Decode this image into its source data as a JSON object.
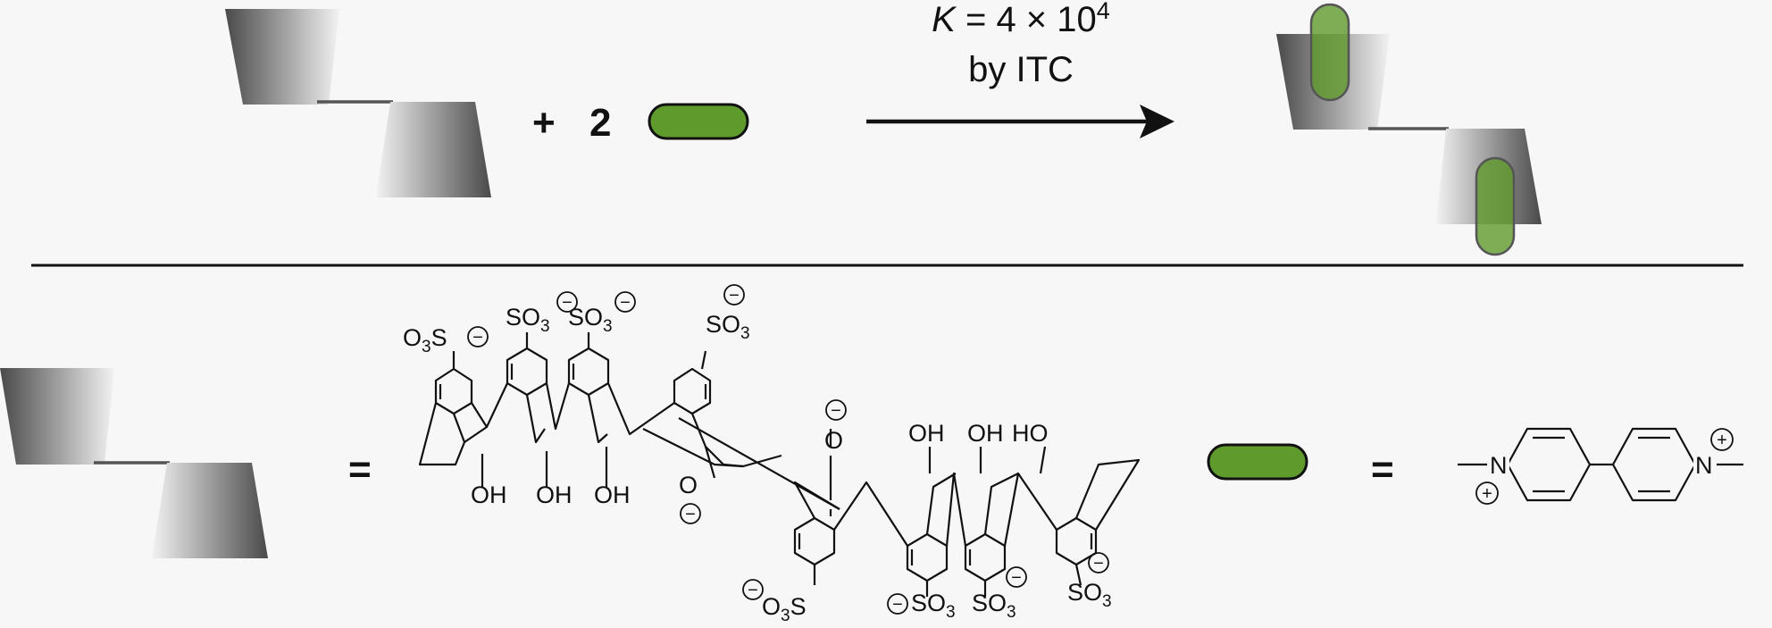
{
  "reaction": {
    "plus": "+",
    "coefficient": "2",
    "constant_symbol": "K",
    "constant_expr": " = 4 × 10",
    "constant_exponent": "4",
    "method": "by ITC"
  },
  "legend": {
    "host_equals": "=",
    "guest_equals": "="
  },
  "calixarene": {
    "sulfonate_top": [
      "O",
      "3",
      "S",
      "SO",
      "3",
      "SO",
      "3",
      "SO",
      "3"
    ],
    "hydroxyls": [
      "OH",
      "OH",
      "OH",
      "OH",
      "OH",
      "HO"
    ],
    "bridge_oxygens": [
      "O",
      "O"
    ],
    "sulfonate_bottom": [
      "O",
      "3",
      "S",
      "SO",
      "3",
      "SO",
      "3",
      "SO",
      "3"
    ],
    "charge": "−"
  },
  "viologen": {
    "nitrogen": "N",
    "charge": "+"
  },
  "colors": {
    "guest_green": "#5f9a2c",
    "host_dark": "#4a4a4a",
    "host_light": "#f2f2f2",
    "line": "#111111",
    "background": "#f7f7f7"
  }
}
